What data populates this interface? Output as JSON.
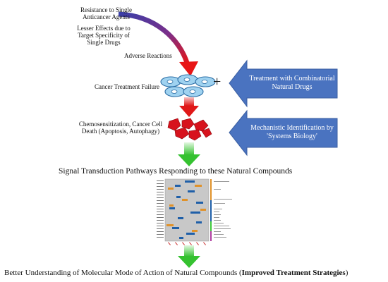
{
  "causes": {
    "item1": "Resistance to Single Anticancer Agents",
    "item2": "Lesser Effects due to Target Specificity of Single Drugs",
    "item3": "Adverse Reactions"
  },
  "stage1_label": "Cancer Treatment Failure",
  "plus_sign": "+",
  "callout1": "Treatment with Combinatorial Natural Drugs",
  "stage2_label": "Chemosensitization, Cancer Cell Death (Apoptosis, Autophagy)",
  "callout2": "Mechanistic Identification by 'Systems Biology'",
  "pathways_title": "Signal Transduction Pathways Responding to these Natural Compounds",
  "conclusion": {
    "prefix": "Better Understanding of Molecular Mode of Action of Natural Compounds (",
    "bold": "Improved Treatment Strategies",
    "suffix": ")"
  },
  "colors": {
    "curve_arrow_start": "#3a3fa8",
    "curve_arrow_end": "#e81515",
    "red_arrow": "#e02020",
    "green_arrow": "#3ec93a",
    "callout_blue": "#4a73c0",
    "cell_fill": "#9fd2f0",
    "dead_cell": "#d7131d",
    "heatmap_bg": "#c8c8c8",
    "heatmap_blue": "#1f5fa8",
    "heatmap_orange": "#e0922a"
  }
}
